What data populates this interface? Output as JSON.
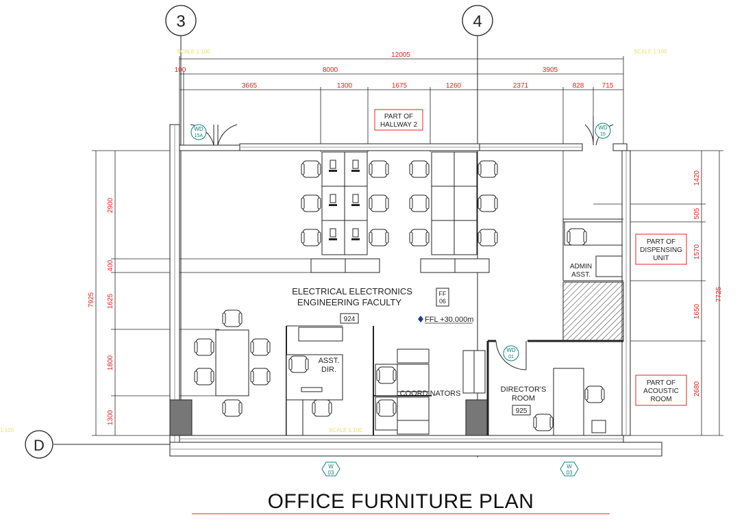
{
  "grid": {
    "col_3": "3",
    "col_4": "4",
    "row_d": "D"
  },
  "scale_labels": [
    "SCALE 1:100",
    "SCALE 1:100",
    "SCALE 1:100",
    "1:100"
  ],
  "dims_top": {
    "overall": "12005",
    "seg_a": "100",
    "seg_b": "8000",
    "seg_c": "3905",
    "sub": [
      "3665",
      "1300",
      "1675",
      "1260",
      "2371",
      "828",
      "715"
    ]
  },
  "dims_left": {
    "overall": "7925",
    "segs": [
      "2900",
      "400",
      "1625",
      "1800",
      "1300"
    ]
  },
  "dims_right": {
    "overall": "7725",
    "segs": [
      "1420",
      "505",
      "1570",
      "1650",
      "2680"
    ]
  },
  "rooms": {
    "hallway": [
      "PART OF",
      "HALLWAY 2"
    ],
    "dispensing": [
      "PART OF",
      "DISPENSING",
      "UNIT"
    ],
    "acoustic": [
      "PART OF",
      "ACOUSTIC",
      "ROOM"
    ],
    "faculty": [
      "ELECTRICAL ELECTRONICS",
      "ENGINEERING FACULTY"
    ],
    "faculty_no": "924",
    "ff": [
      "FF",
      "06"
    ],
    "ffl": "FFL +30.000m",
    "asst_dir": [
      "ASST.",
      "DIR."
    ],
    "coordinators": "COORDINATORS",
    "admin": [
      "ADMIN",
      "ASST."
    ],
    "director": [
      "DIRECTOR'S",
      "ROOM"
    ],
    "director_no": "925"
  },
  "tags": {
    "wd_left": [
      "WD",
      "15A"
    ],
    "wd_right": [
      "WD",
      "15"
    ],
    "wd_dir": [
      "WD",
      "01"
    ],
    "w_left": [
      "W",
      "03"
    ],
    "w_right": [
      "W",
      "03"
    ]
  },
  "title": "OFFICE FURNITURE PLAN"
}
